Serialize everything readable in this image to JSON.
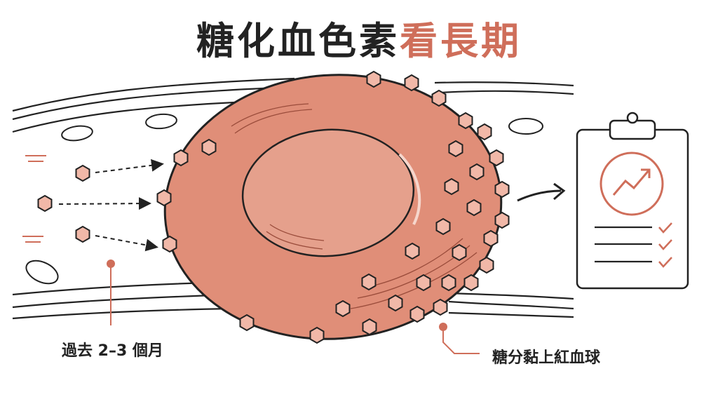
{
  "title": {
    "main": "糖化血色素",
    "accent": "看長期"
  },
  "labels": {
    "past_period": "過去 2–3 個月",
    "sugar_binding": "糖分黏上紅血球"
  },
  "colors": {
    "accent": "#cf6e5a",
    "cell_fill": "#e08e78",
    "cell_inner": "#e5a08c",
    "glucose_fill": "#f1b8a8",
    "ink": "#222222"
  },
  "icons": [
    "glucose-hexagon-icon",
    "clipboard-icon",
    "trend-up-icon",
    "check-icon",
    "arrow-right-icon"
  ]
}
